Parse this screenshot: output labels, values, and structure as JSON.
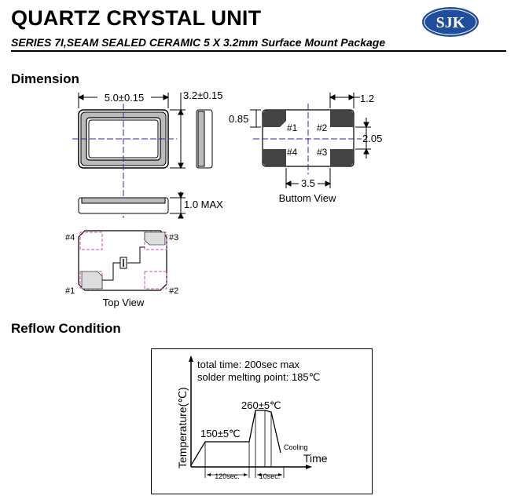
{
  "header": {
    "title": "QUARTZ CRYSTAL UNIT",
    "subtitle": "SERIES 7I,SEAM SEALED CERAMIC 5 X 3.2mm Surface Mount Package",
    "logo_text": "SJK"
  },
  "dimension": {
    "section_title": "Dimension",
    "length": "5.0±0.15",
    "width": "3.2±0.15",
    "height": "1.0 MAX",
    "pad_width": "1.2",
    "pad_height": "0.85",
    "pad_gap_v": "2.05",
    "pad_gap_h": "3.5",
    "bottom_view_label": "Buttom View",
    "top_view_label": "Top View",
    "pins": [
      "#1",
      "#2",
      "#3",
      "#4"
    ]
  },
  "reflow": {
    "section_title": "Reflow Condition",
    "total_time": "total time: 200sec max",
    "melting_point": "solder melting point: 185℃",
    "y_axis_label": "Temperature(℃)",
    "x_axis_label": "Time",
    "peak_label": "260±5℃",
    "preheat_label": "150±5℃",
    "cooling_label": "Cooling",
    "preheat_time": "120sec.",
    "peak_time": "10sec."
  },
  "colors": {
    "logo_blue": "#1f4e9c",
    "center_line": "#2a2aa0",
    "pad_outline": "#d04fb0"
  }
}
